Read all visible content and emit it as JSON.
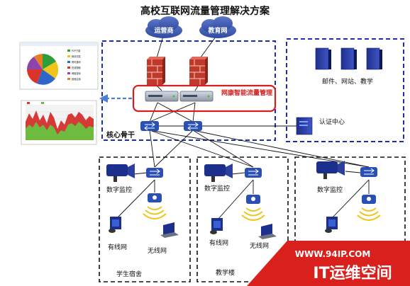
{
  "title": "高校互联网流量管理解决方案",
  "clouds": [
    "运营商",
    "教育网"
  ],
  "management_label": "网康智能流量管理",
  "backbone_label": "核心骨干",
  "servers_label": "邮件、网站、教学",
  "auth_label": "认证中心",
  "zone_labels": [
    "数字监控",
    "有线网",
    "无线网"
  ],
  "areas": [
    "学生宿舍",
    "教学楼"
  ],
  "pie_legend": [
    "P2P下载",
    "网页浏览",
    "即时通讯",
    "在线视频",
    "网络游戏",
    "其他应用"
  ],
  "watermark": {
    "url": "WWW.94IP.COM",
    "brand": "IT运维空间"
  }
}
